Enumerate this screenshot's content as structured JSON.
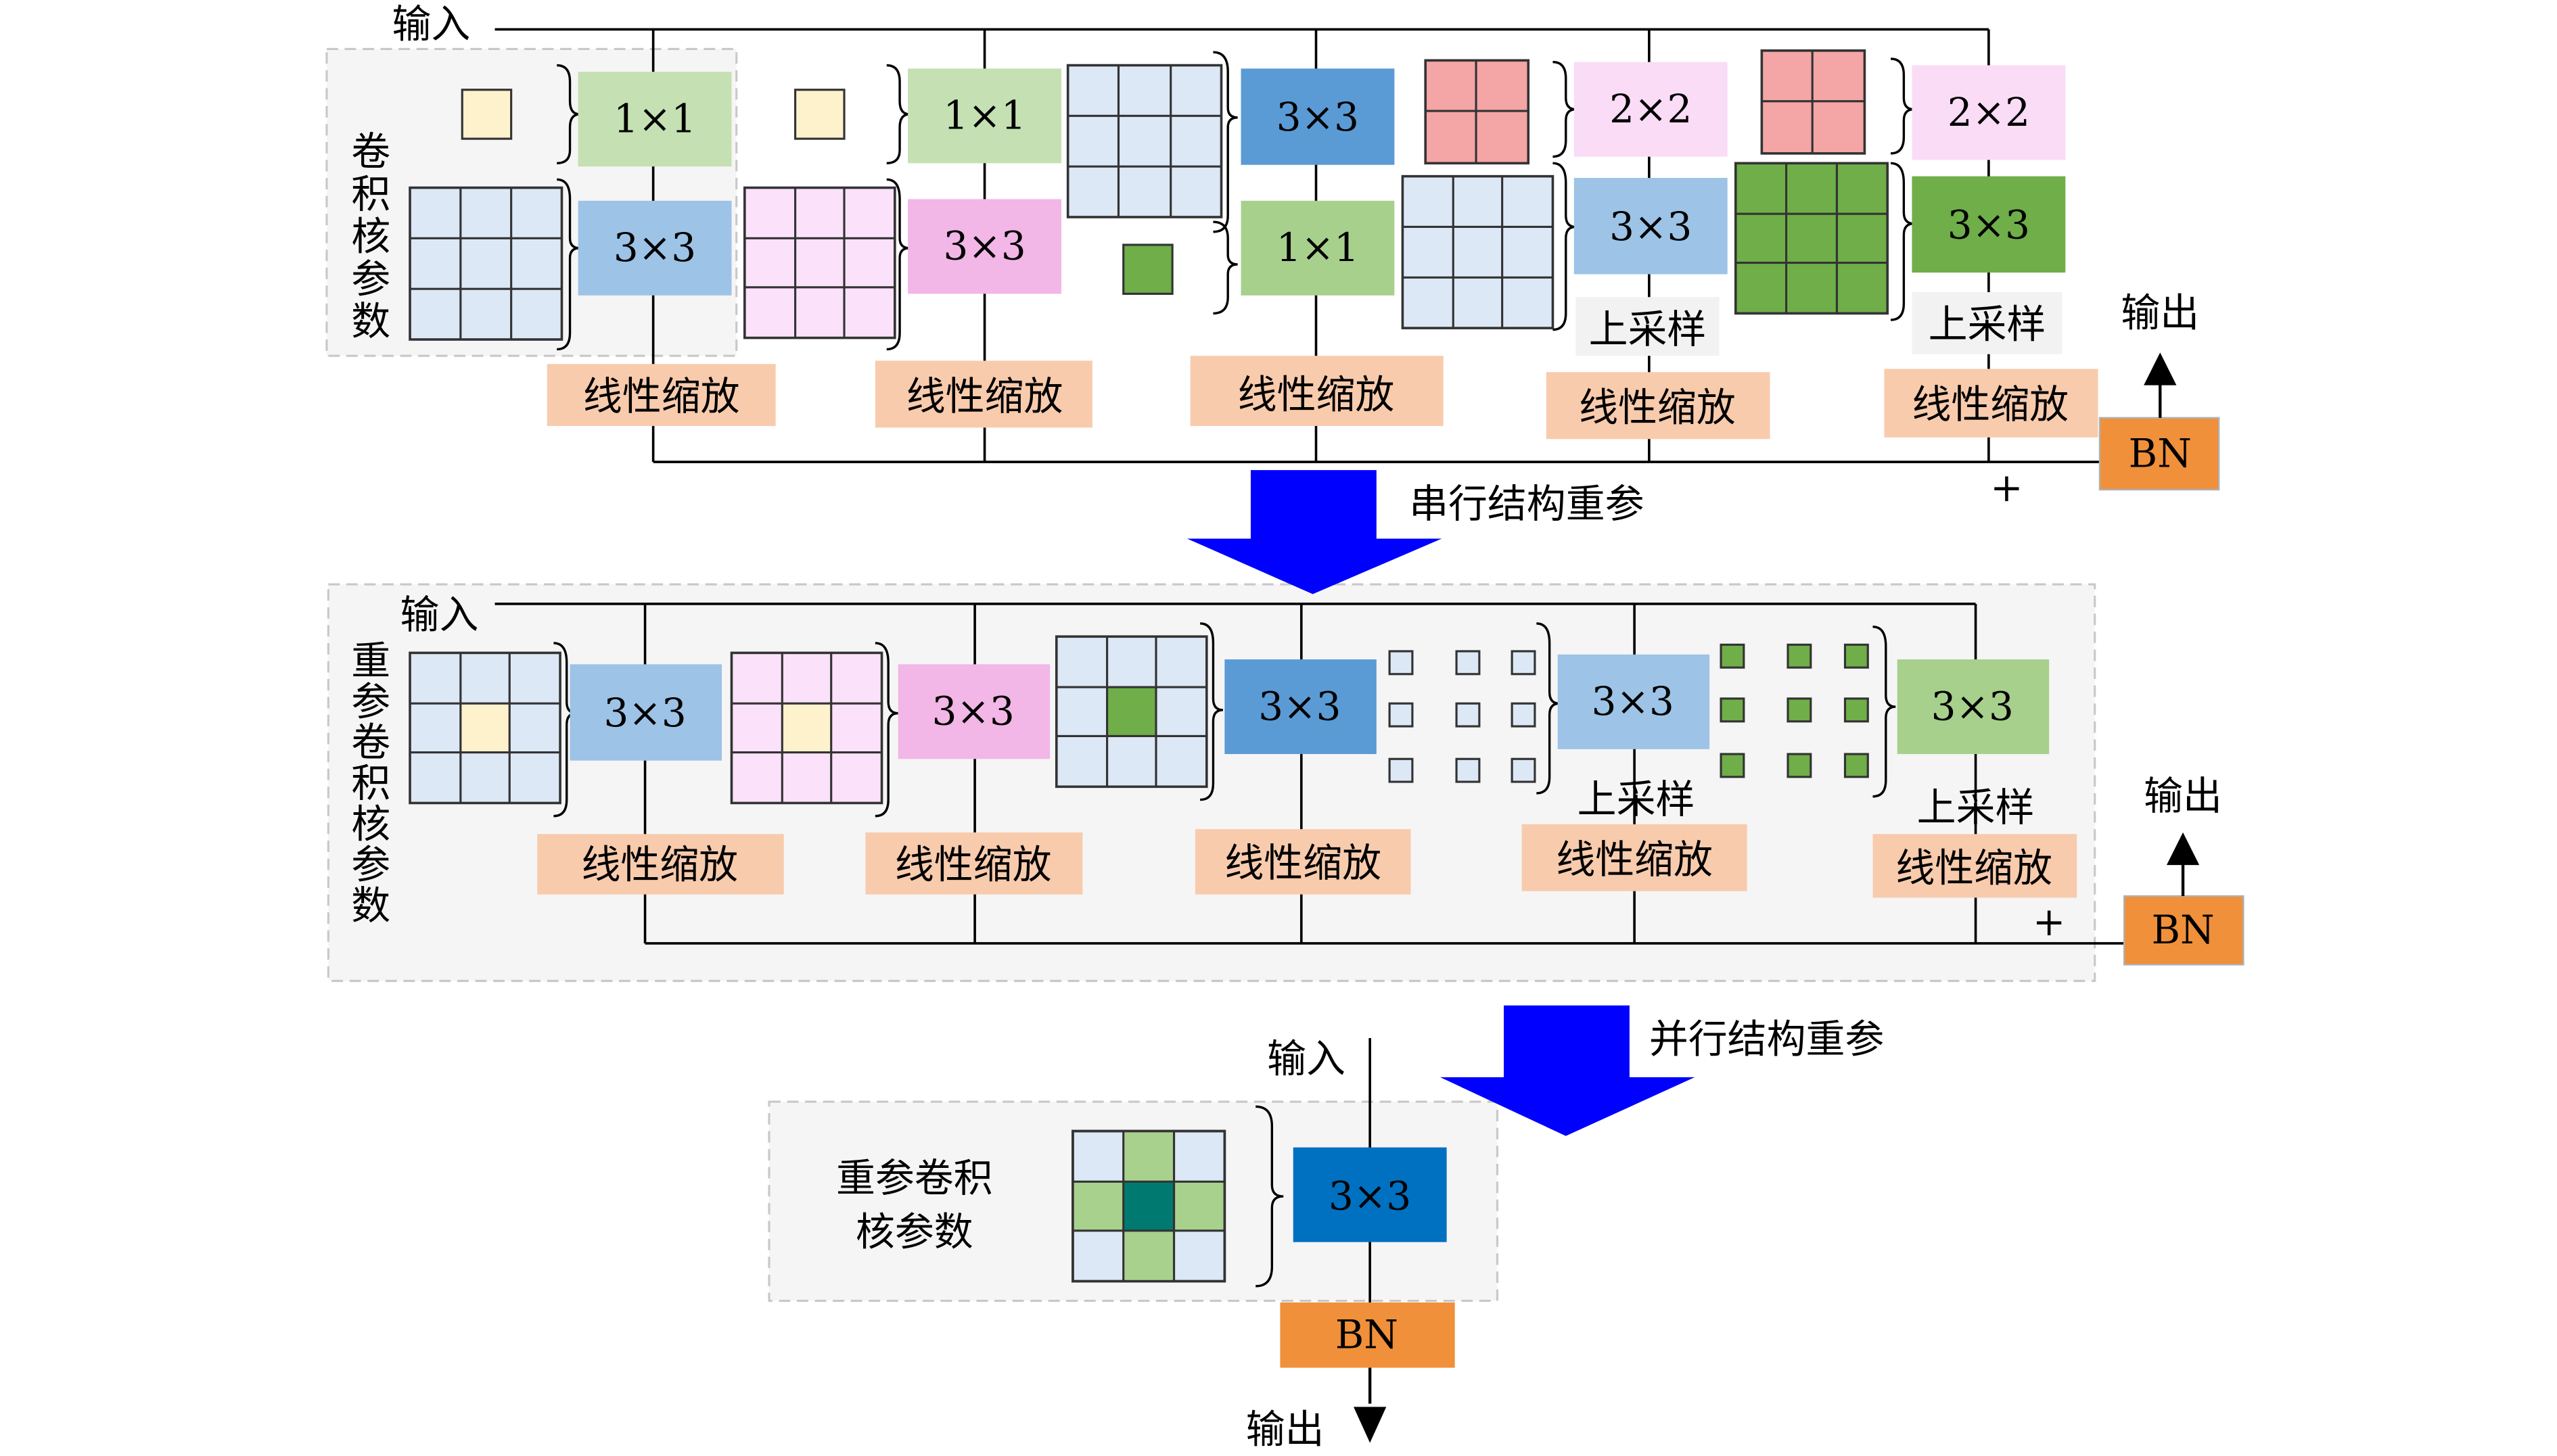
{
  "labels": {
    "input": "输入",
    "output": "输出",
    "kernel_params_vertical": "卷积核参数",
    "reparam_kernel_params_vertical": "重参卷积核参数",
    "reparam_kernel_line1": "重参卷积",
    "reparam_kernel_line2": "核参数",
    "linear_scaling": "线性缩放",
    "upsample": "上采样",
    "bn": "BN",
    "plus": "+",
    "serial_reparam": "串行结构重参",
    "parallel_reparam": "并行结构重参"
  },
  "conv_labels": {
    "one_by_one": "1×1",
    "three_by_three": "3×3",
    "two_by_two": "2×2"
  },
  "colors": {
    "light_blue": "#dde8f6",
    "light_pink": "#fbe2fa",
    "light_yellow": "#fdf2cc",
    "light_red": "#f4a5a5",
    "green": "#6fae48",
    "light_green": "#c6e0b2",
    "mid_green": "#a9d18e",
    "teal": "#007a70",
    "conv_green": "#c5e0b3",
    "conv_green_dark": "#a8d08d",
    "conv_blue": "#9dc3e6",
    "conv_blue_mid": "#5b9bd5",
    "conv_blue_dark": "#0070c0",
    "conv_pink": "#f2b6e7",
    "conv_pink_light": "#fadcf6",
    "linear_scaling_bg": "#f8cbad",
    "bn_bg": "#f0903a",
    "panel_bg": "#f5f5f5",
    "arrow_blue": "#0000ff"
  }
}
